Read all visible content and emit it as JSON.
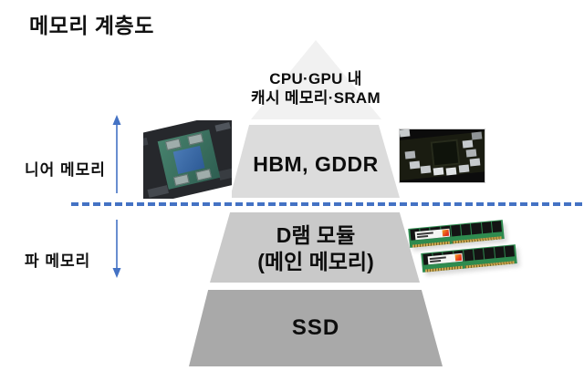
{
  "title": "메모리 계층도",
  "pyramid": {
    "levels": [
      {
        "name": "cpu-gpu-cache-sram",
        "lines": [
          "CPU·GPU 내",
          "캐시 메모리·SRAM"
        ],
        "color": "#f1f1f1"
      },
      {
        "name": "hbm-gddr",
        "lines": [
          "HBM, GDDR"
        ],
        "color": "#dcdcdc"
      },
      {
        "name": "dram-module",
        "lines": [
          "D램 모듈",
          "(메인 메모리)"
        ],
        "color": "#c9c9c9"
      },
      {
        "name": "ssd",
        "lines": [
          "SSD"
        ],
        "color": "#a9a9a9"
      }
    ]
  },
  "side_labels": {
    "near": "니어 메모리",
    "far": "파 메모리"
  },
  "divider": {
    "style": "dashed",
    "color": "#4472c4"
  },
  "arrow_color": "#4472c4",
  "photos": {
    "left": "gpu-package-with-hbm-photo",
    "right": "gpu-board-with-gddr-chips-photo",
    "bottom_right": "dram-dimm-modules-photo"
  }
}
